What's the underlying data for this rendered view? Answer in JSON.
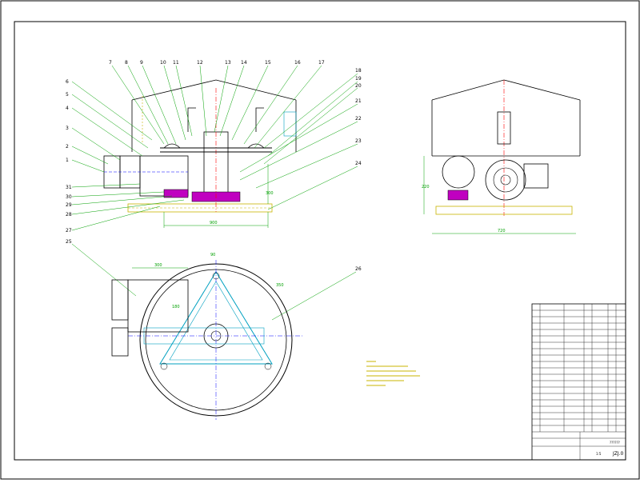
{
  "drawing": {
    "leaders_top": [
      "7",
      "8",
      "9",
      "10",
      "11",
      "12",
      "13",
      "14",
      "15",
      "16",
      "17"
    ],
    "leaders_left": [
      "6",
      "5",
      "4",
      "3",
      "2",
      "1",
      "31",
      "30",
      "29",
      "28",
      "27"
    ],
    "leaders_right": [
      "18",
      "19",
      "20",
      "21",
      "22",
      "23",
      "24"
    ],
    "leader_plan": "25",
    "leader_plan_right": "26",
    "dim_front_width": "900",
    "dim_front_height": "300",
    "dim_side_width": "720",
    "dim_side_height": "220",
    "dim_plan_a": "300",
    "dim_plan_b": "90",
    "dim_plan_c": "350",
    "dim_plan_d": "180",
    "title_block": {
      "code": "JZJ.0",
      "name": "??????",
      "scale": "1:5"
    }
  }
}
